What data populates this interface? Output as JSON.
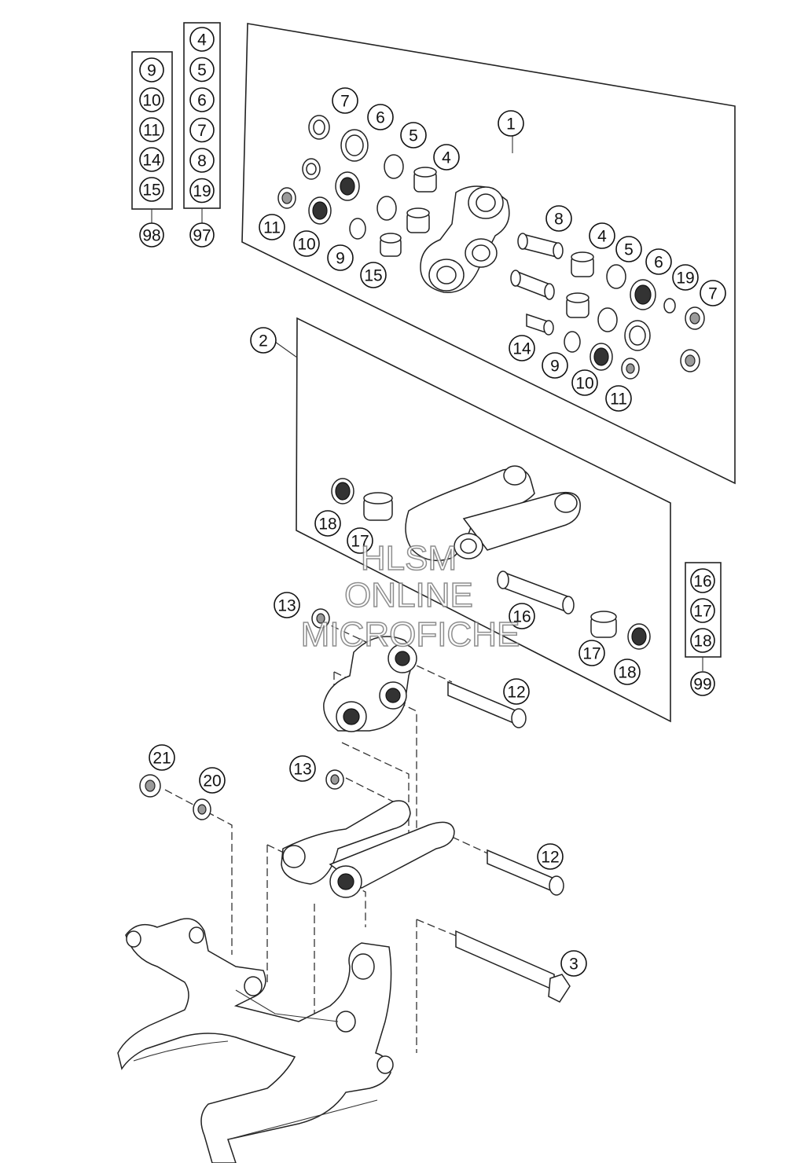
{
  "watermark": {
    "line1": "HLSM",
    "line2": "ONLINE",
    "line3": "MICROFICHE"
  },
  "callouts": [
    {
      "id": "c1",
      "label": "1"
    },
    {
      "id": "c2",
      "label": "2"
    },
    {
      "id": "c3",
      "label": "3"
    },
    {
      "id": "c4a",
      "label": "4"
    },
    {
      "id": "c5a",
      "label": "5"
    },
    {
      "id": "c6a",
      "label": "6"
    },
    {
      "id": "c7a",
      "label": "7"
    },
    {
      "id": "c9a",
      "label": "9"
    },
    {
      "id": "c10a",
      "label": "10"
    },
    {
      "id": "c11a",
      "label": "11"
    },
    {
      "id": "c15a",
      "label": "15"
    },
    {
      "id": "c8",
      "label": "8"
    },
    {
      "id": "c4b",
      "label": "4"
    },
    {
      "id": "c5b",
      "label": "5"
    },
    {
      "id": "c6b",
      "label": "6"
    },
    {
      "id": "c19a",
      "label": "19"
    },
    {
      "id": "c7b",
      "label": "7"
    },
    {
      "id": "c14a",
      "label": "14"
    },
    {
      "id": "c9b",
      "label": "9"
    },
    {
      "id": "c10b",
      "label": "10"
    },
    {
      "id": "c11b",
      "label": "11"
    },
    {
      "id": "c18a",
      "label": "18"
    },
    {
      "id": "c17a",
      "label": "17"
    },
    {
      "id": "c16a",
      "label": "16"
    },
    {
      "id": "c17b",
      "label": "17"
    },
    {
      "id": "c18b",
      "label": "18"
    },
    {
      "id": "c13a",
      "label": "13"
    },
    {
      "id": "c12a",
      "label": "12"
    },
    {
      "id": "c21",
      "label": "21"
    },
    {
      "id": "c20",
      "label": "20"
    },
    {
      "id": "c13b",
      "label": "13"
    },
    {
      "id": "c12b",
      "label": "12"
    }
  ],
  "kits": [
    {
      "id": "kit98",
      "items": [
        "9",
        "10",
        "11",
        "14",
        "15"
      ],
      "kit_number": "98"
    },
    {
      "id": "kit97",
      "items": [
        "4",
        "5",
        "6",
        "7",
        "8",
        "19"
      ],
      "kit_number": "97"
    },
    {
      "id": "kit99",
      "items": [
        "16",
        "17",
        "18"
      ],
      "kit_number": "99"
    }
  ]
}
